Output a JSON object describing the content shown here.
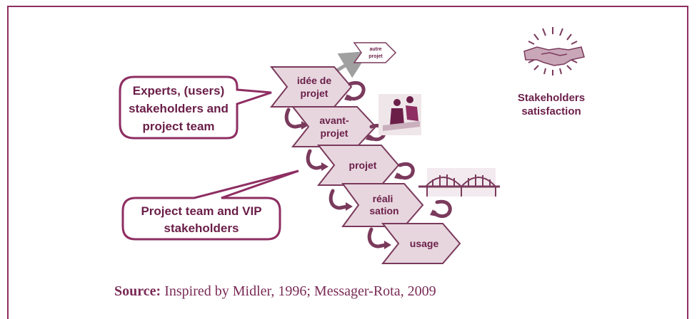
{
  "callouts": {
    "top": [
      "Experts, (users)",
      "stakeholders and",
      "project team"
    ],
    "bottom": [
      "Project team and VIP",
      "stakeholders"
    ]
  },
  "steps": [
    {
      "lines": [
        "idée de",
        "projet"
      ]
    },
    {
      "lines": [
        "avant-",
        "projet"
      ]
    },
    {
      "lines": [
        "projet"
      ]
    },
    {
      "lines": [
        "réali",
        "sation"
      ]
    },
    {
      "lines": [
        "usage"
      ]
    }
  ],
  "autre": [
    "autre",
    "projet"
  ],
  "satisfaction": [
    "Stakeholders",
    "satisfaction"
  ],
  "source": {
    "label": "Source:",
    "text": " Inspired by Midler, 1996; Messager-Rota, 2009"
  },
  "icons": [
    "handshake-icon",
    "meeting-people-icon",
    "bridge-icon",
    "loop-arrow-icon"
  ],
  "colors": {
    "border": "#8e2e62",
    "chevron_fill": "#e7d6de",
    "chevron_stroke": "#7a3a5c",
    "text": "#6a1e48",
    "gray_arrow": "#a0a0a0"
  }
}
